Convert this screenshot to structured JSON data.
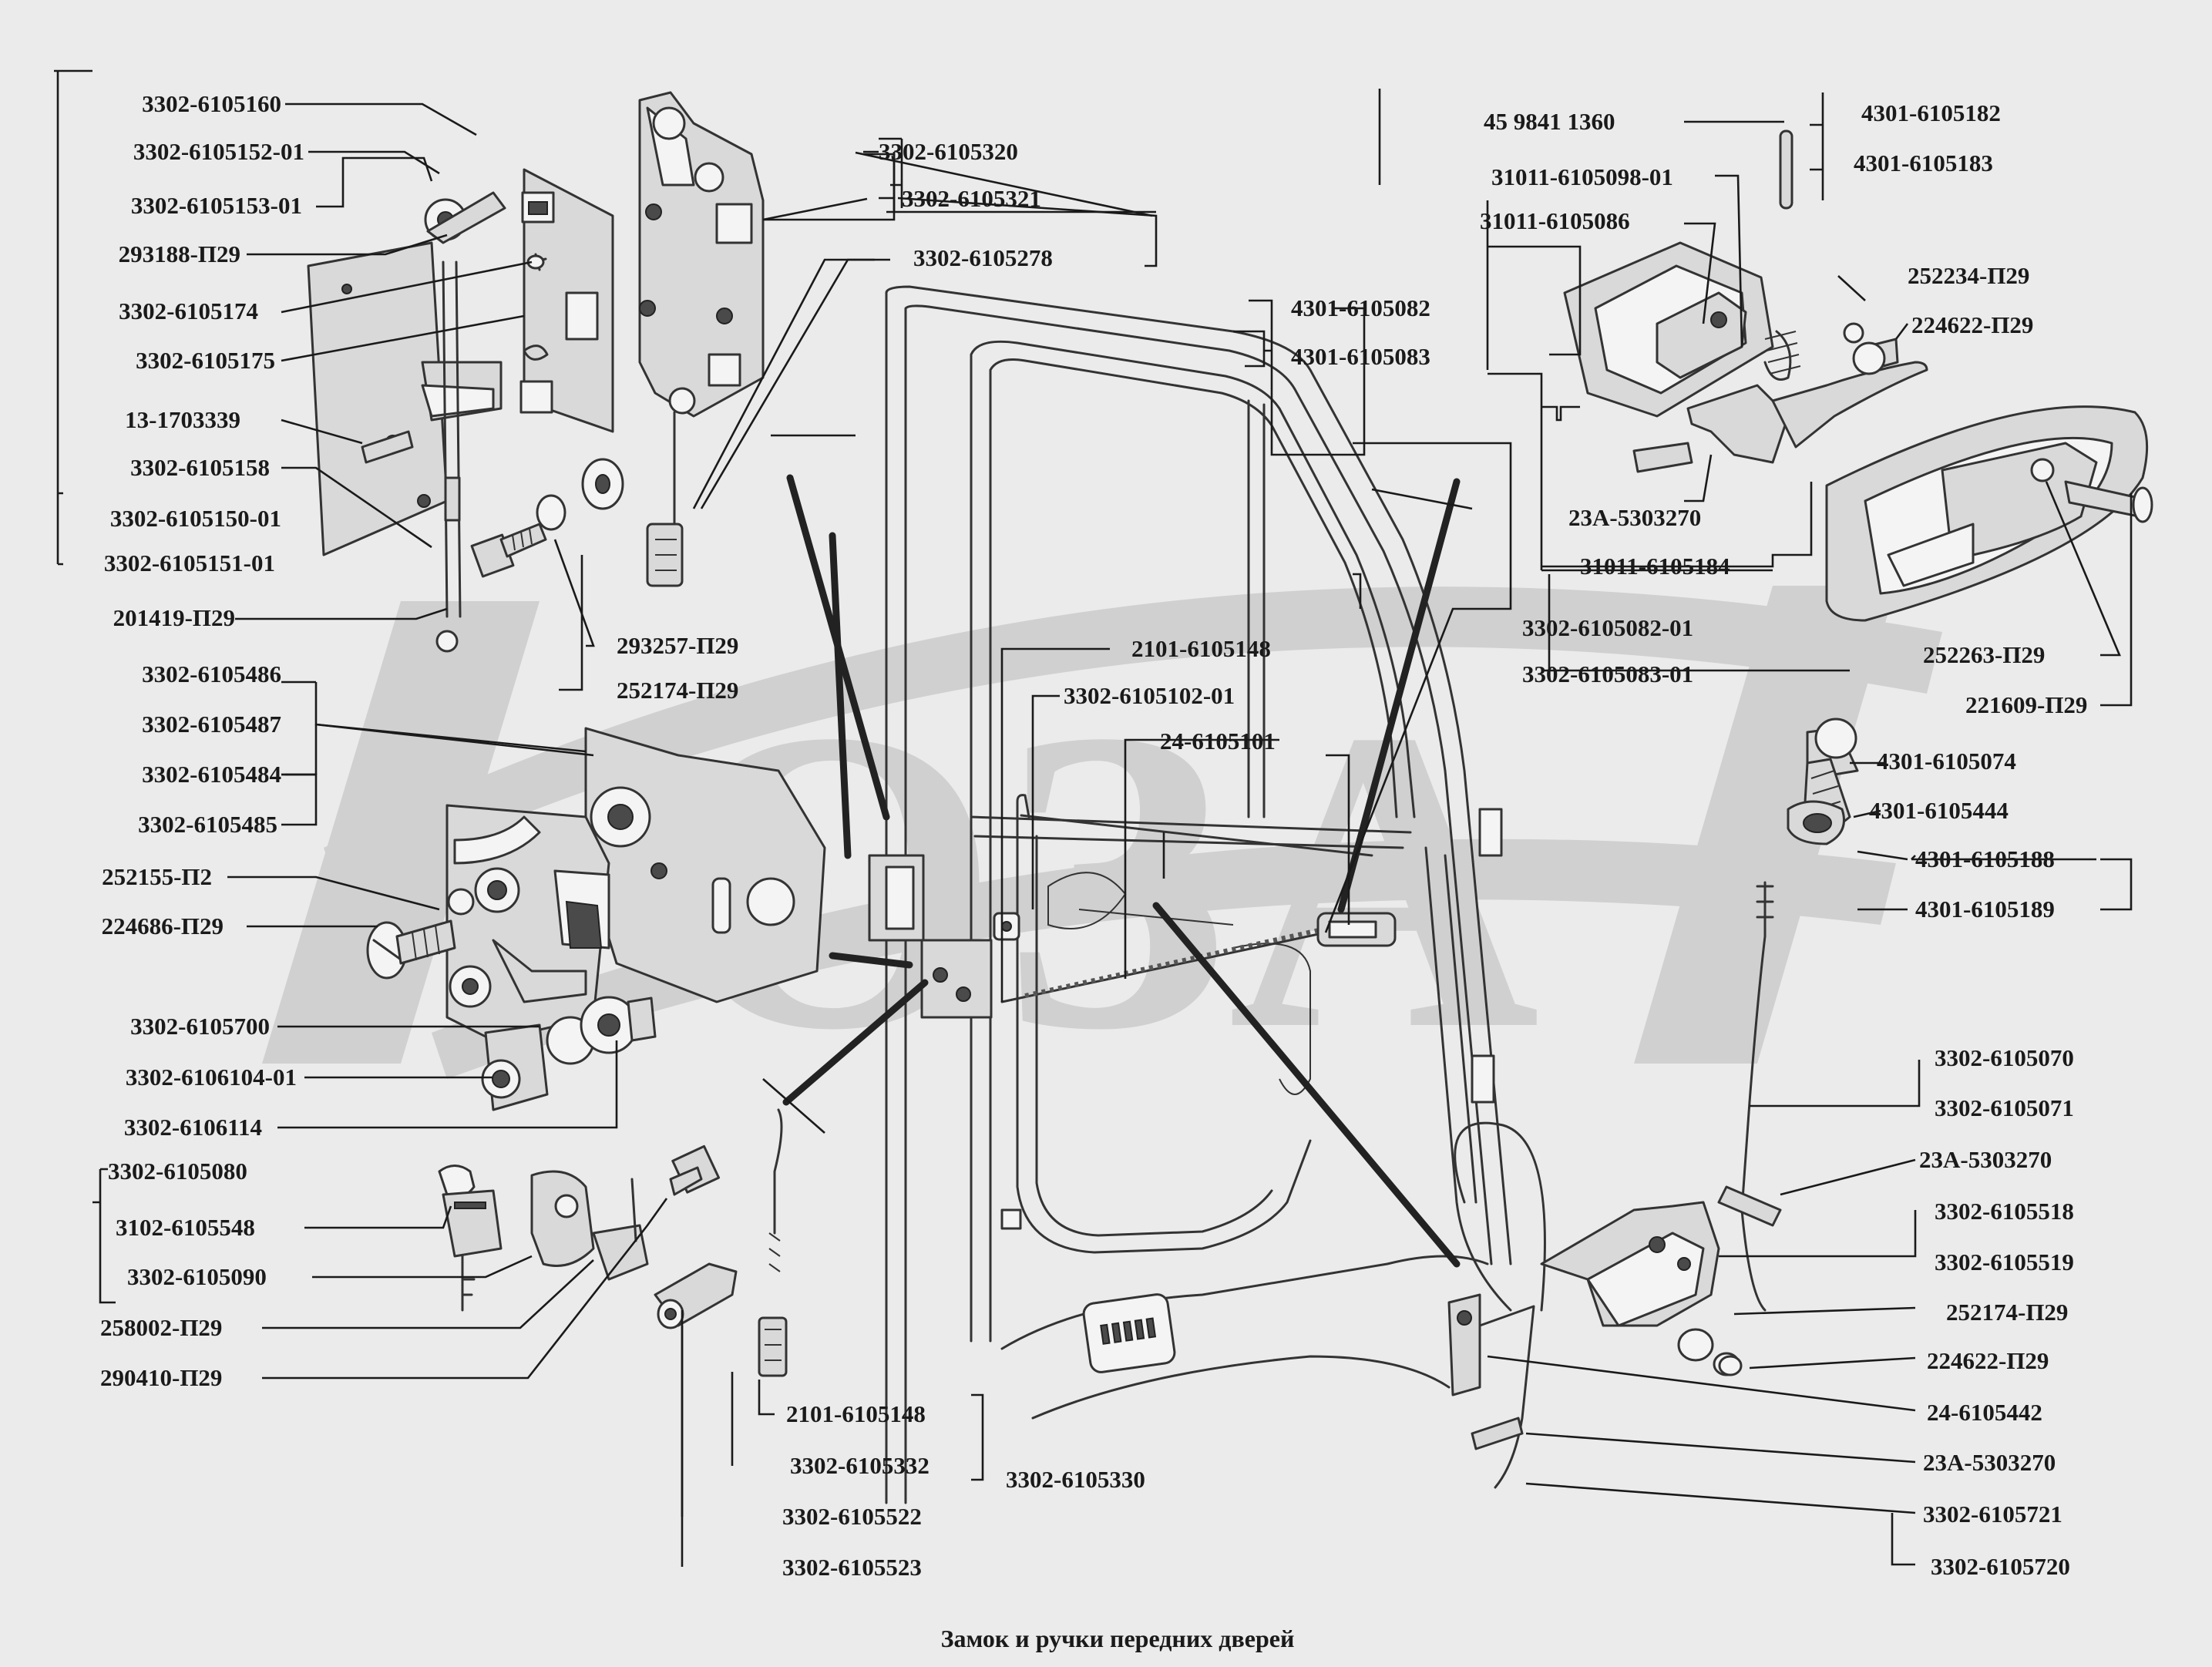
{
  "caption": "Замок и ручки передних дверей",
  "watermark": "ОЗА",
  "labels": {
    "l01": "3302-6105160",
    "l02": "3302-6105152-01",
    "l03": "3302-6105153-01",
    "l04": "293188-П29",
    "l05": "3302-6105174",
    "l06": "3302-6105175",
    "l07": "13-1703339",
    "l08": "3302-6105158",
    "l09": "3302-6105150-01",
    "l10": "3302-6105151-01",
    "l11": "201419-П29",
    "l12": "293257-П29",
    "l13": "252174-П29",
    "l14": "3302-6105486",
    "l15": "3302-6105487",
    "l16": "3302-6105484",
    "l17": "3302-6105485",
    "l18": "252155-П2",
    "l19": "224686-П29",
    "l20": "3302-6105700",
    "l21": "3302-6106104-01",
    "l22": "3302-6106114",
    "l23": "3302-6105080",
    "l24": "3102-6105548",
    "l25": "3302-6105090",
    "l26": "258002-П29",
    "l27": "290410-П29",
    "l28": "3302-6105320",
    "l29": "3302-6105321",
    "l30": "3302-6105278",
    "l31": "2101-6105148",
    "l32": "3302-6105102-01",
    "l33": "24-6105101",
    "l34": "4301-6105082",
    "l35": "4301-6105083",
    "l36": "2101-6105148",
    "l37": "3302-6105332",
    "l38": "3302-6105330",
    "l39": "3302-6105522",
    "l40": "3302-6105523",
    "l41": "45 9841 1360",
    "l42": "4301-6105182",
    "l43": "31011-6105098-01",
    "l44": "4301-6105183",
    "l45": "31011-6105086",
    "l46": "252234-П29",
    "l47": "224622-П29",
    "l48": "23А-5303270",
    "l49": "31011-6105184",
    "l50": "3302-6105082-01",
    "l51": "3302-6105083-01",
    "l52": "252263-П29",
    "l53": "221609-П29",
    "l54": "4301-6105074",
    "l55": "4301-6105444",
    "l56": "4301-6105188",
    "l57": "4301-6105189",
    "l58": "3302-6105070",
    "l59": "3302-6105071",
    "l60": "23А-5303270",
    "l61": "3302-6105518",
    "l62": "3302-6105519",
    "l63": "252174-П29",
    "l64": "224622-П29",
    "l65": "24-6105442",
    "l66": "23А-5303270",
    "l67": "3302-6105721",
    "l68": "3302-6105720"
  }
}
